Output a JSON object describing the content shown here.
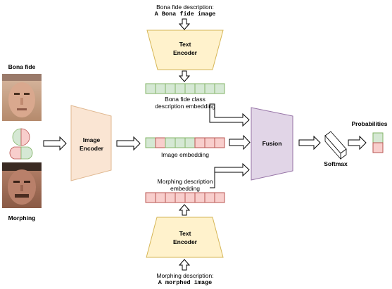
{
  "top_description": {
    "line1": "Bona fide  description:",
    "line2": "A Bona fide image"
  },
  "bottom_description": {
    "line1": "Morphing description:",
    "line2": "A morphed image"
  },
  "text_encoder_top": {
    "line1": "Text",
    "line2": "Encoder"
  },
  "text_encoder_bottom": {
    "line1": "Text",
    "line2": "Encoder"
  },
  "image_encoder": {
    "line1": "Image",
    "line2": "Encoder"
  },
  "fusion": {
    "label": "Fusion"
  },
  "softmax": {
    "label": "Softmax"
  },
  "probabilities": {
    "label": "Probabilities"
  },
  "bona_fide_embedding": {
    "line1": "Bona fide class",
    "line2": "description embedding"
  },
  "image_embedding": {
    "label": "Image embedding"
  },
  "morphing_embedding": {
    "line1": "Morphing  description",
    "line2": "embedding"
  },
  "faces": {
    "bona_fide_label": "Bona fide",
    "morphing_label": "Morphing"
  },
  "colors": {
    "text_encoder_fill": "#fff2cc",
    "text_encoder_stroke": "#d6b656",
    "image_encoder_fill": "#fae5d3",
    "image_encoder_stroke": "#e0b890",
    "fusion_fill": "#e1d5e7",
    "fusion_stroke": "#9673a6",
    "green_cell": "#d5e8d4",
    "green_stroke": "#82b366",
    "red_cell": "#f8cecc",
    "red_stroke": "#b85450"
  }
}
